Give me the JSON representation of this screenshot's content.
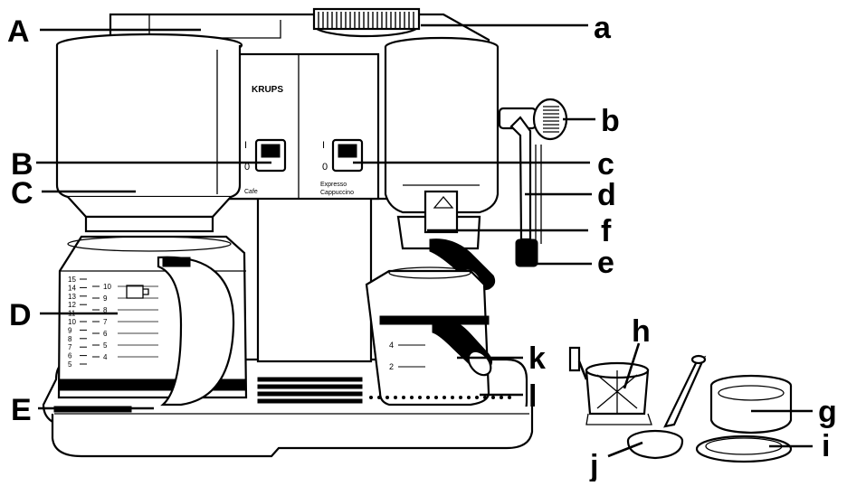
{
  "diagram": {
    "brand": "KRUPS",
    "switch_left": {
      "on": "I",
      "off": "0",
      "caption": "Cafe"
    },
    "switch_right": {
      "on": "I",
      "off": "0",
      "caption_line1": "Expresso",
      "caption_line2": "Cappuccino"
    },
    "carafe_scale_left": [
      "15",
      "14",
      "13",
      "12",
      "11",
      "10",
      "9",
      "8",
      "7",
      "6",
      "5"
    ],
    "carafe_scale_right": [
      "10",
      "9",
      "8",
      "7",
      "6",
      "5",
      "4"
    ],
    "espresso_scale": [
      "4",
      "2"
    ],
    "labels": {
      "A": "A",
      "B": "B",
      "C": "C",
      "D": "D",
      "E": "E",
      "a": "a",
      "b": "b",
      "c": "c",
      "d": "d",
      "e": "e",
      "f": "f",
      "g": "g",
      "h": "h",
      "i": "i",
      "j": "j",
      "k": "k",
      "l": "l"
    }
  }
}
